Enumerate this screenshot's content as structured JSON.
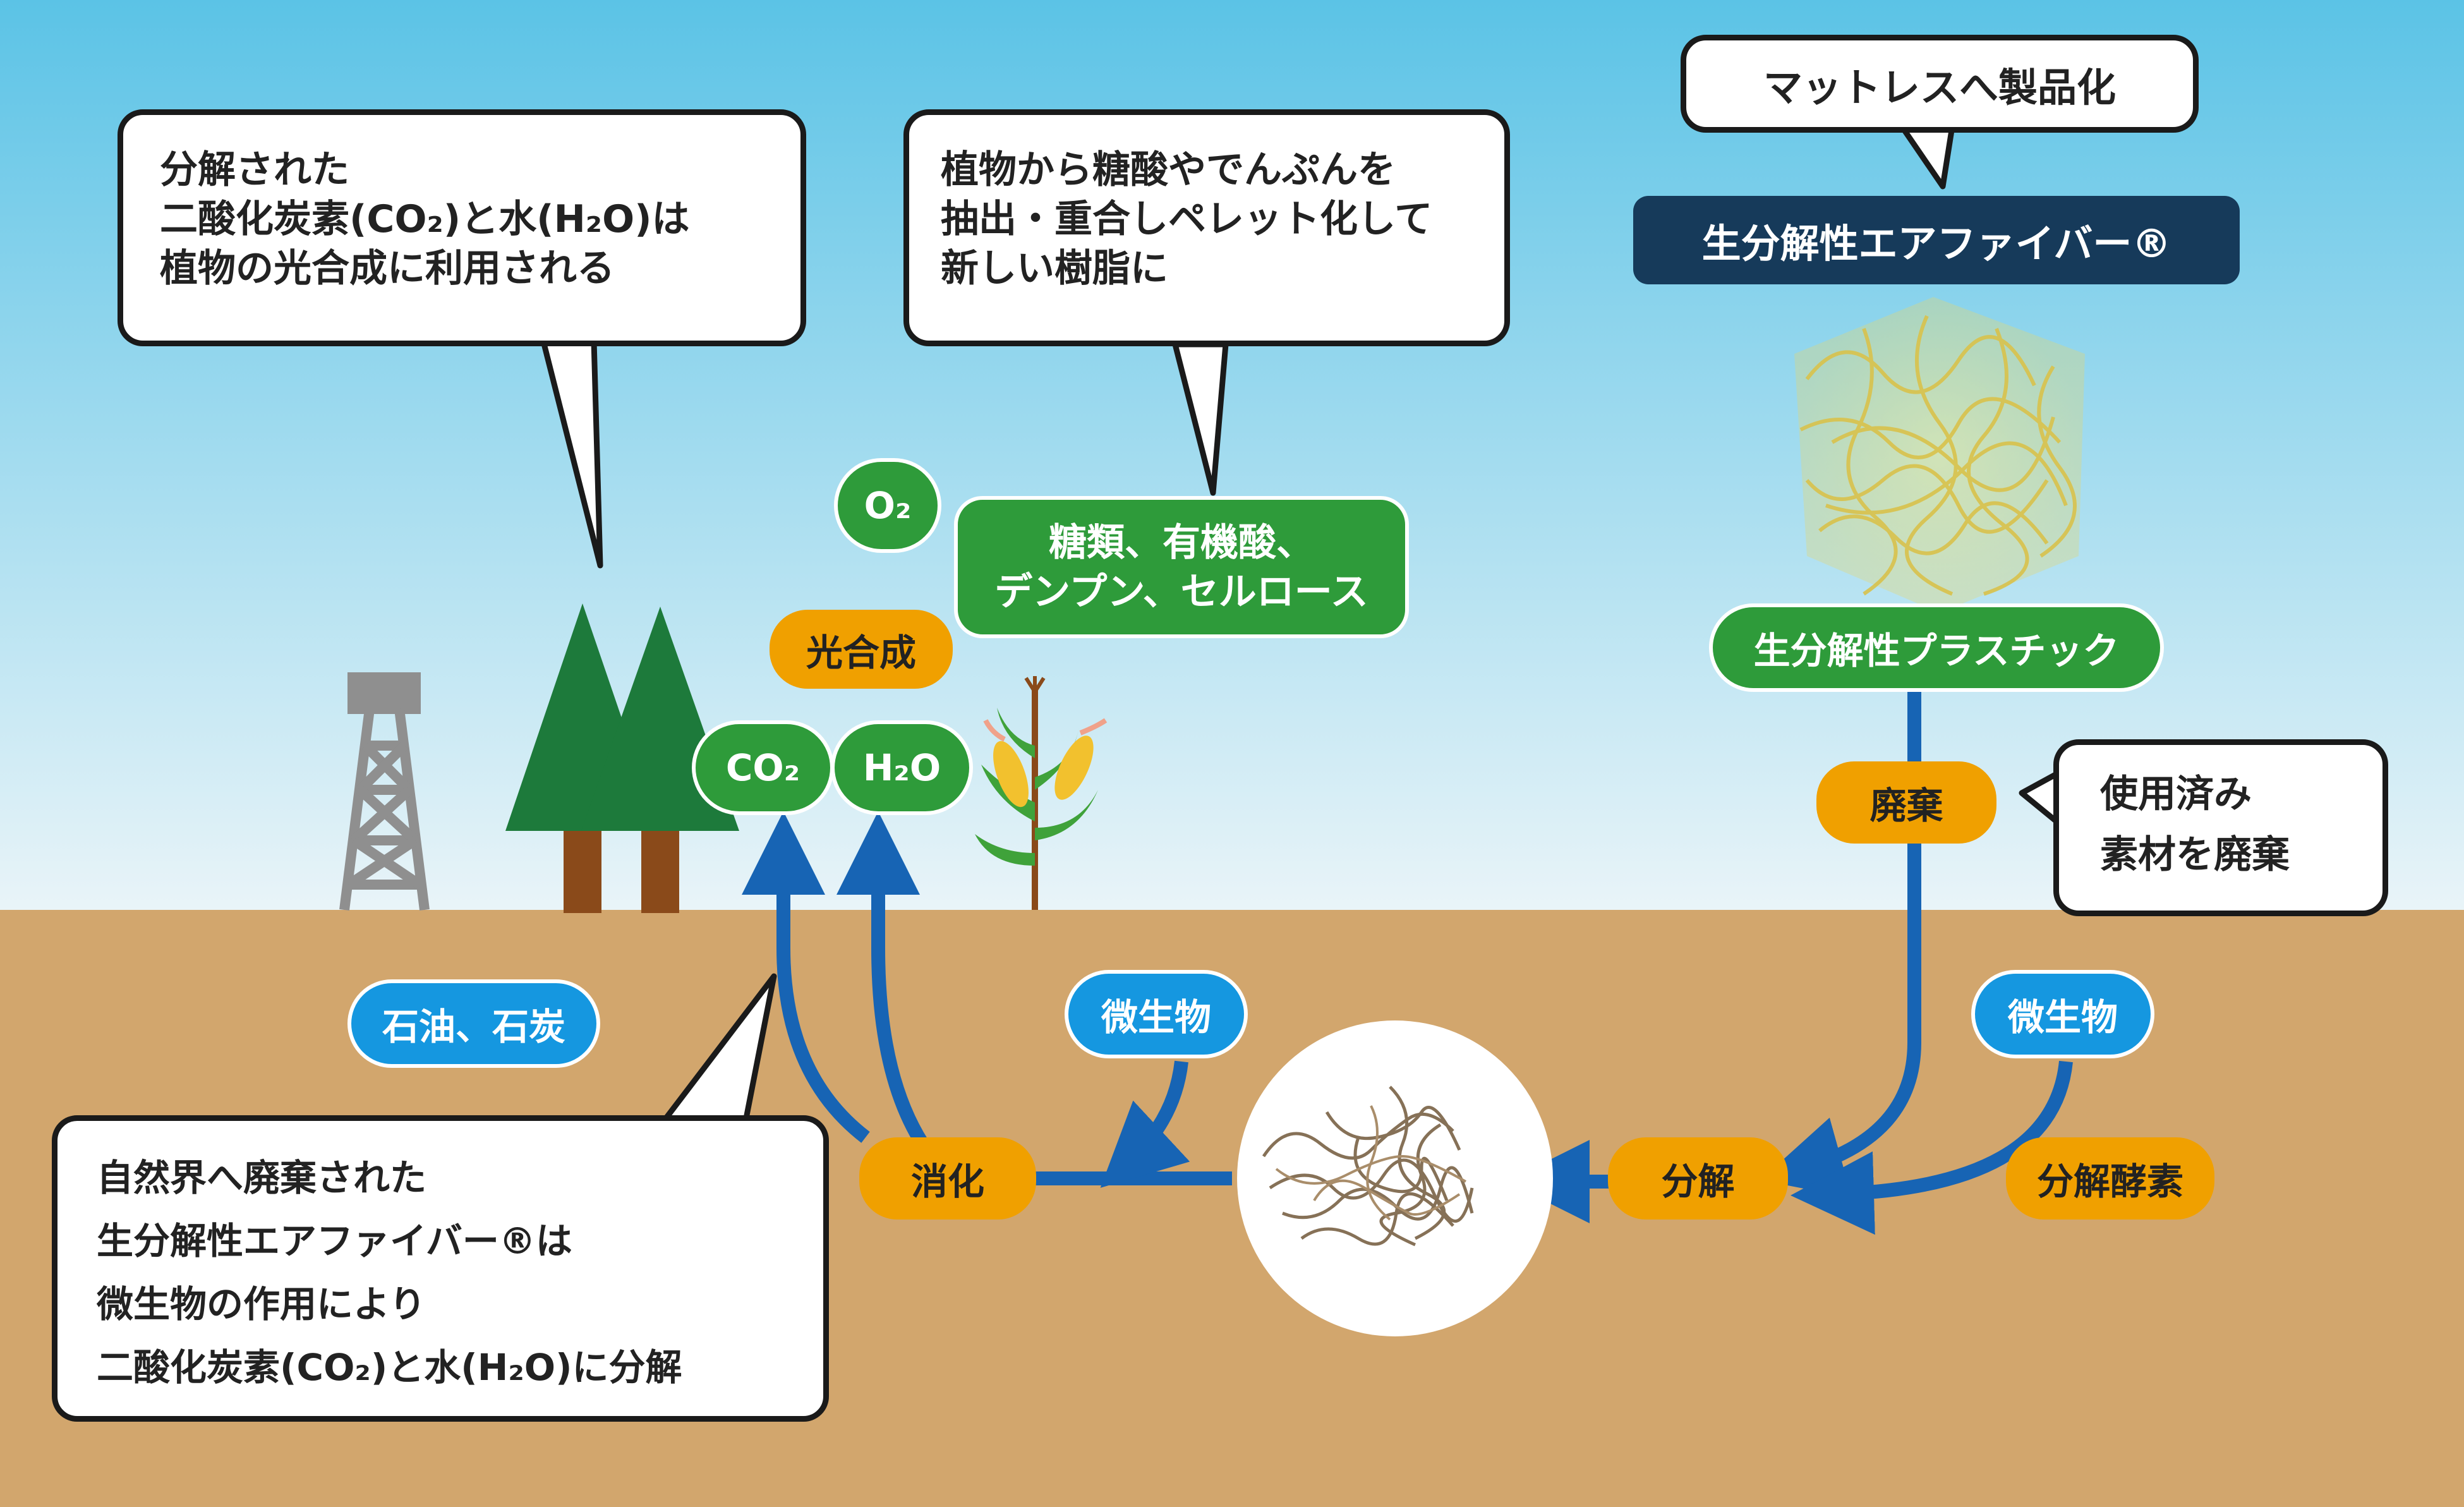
{
  "callouts": {
    "photosynthesis_use": {
      "lines": [
        "分解された",
        "二酸化炭素(CO₂)と水(H₂O)は",
        "植物の光合成に利用される"
      ]
    },
    "resin_production": {
      "lines": [
        "植物から糖酸やでんぷんを",
        "抽出・重合しペレット化して",
        "新しい樹脂に"
      ]
    },
    "mattress": {
      "text": "マットレスへ製品化"
    },
    "used_material": {
      "lines": [
        "使用済み",
        "素材を廃棄"
      ]
    },
    "natural_decomposition": {
      "lines": [
        "自然界へ廃棄された",
        "生分解性エアファイバー®は",
        "微生物の作用により",
        "二酸化炭素(CO₂)と水(H₂O)に分解"
      ]
    }
  },
  "labels": {
    "product_name": "生分解性エアファイバー®",
    "o2": "O₂",
    "sugars": [
      "糖類、有機酸、",
      "デンプン、セルロース"
    ],
    "photosynthesis": "光合成",
    "co2": "CO₂",
    "h2o": "H₂O",
    "biodegradable_plastic": "生分解性プラスチック",
    "disposal": "廃棄",
    "oil_coal": "石油、石炭",
    "microbes_left": "微生物",
    "microbes_right": "微生物",
    "digestion": "消化",
    "decomposition": "分解",
    "enzymes": "分解酵素"
  },
  "colors": {
    "sky_top": "#5bc3e6",
    "sky_bottom": "#e9f4f8",
    "ground": "#d2a66d",
    "arrow_blue": "#1764b4",
    "label_green": "#2e9b3a",
    "label_orange": "#f0a000",
    "label_blue": "#1597e0",
    "label_navy": "#163a5a",
    "tree_green": "#1d7a3b",
    "trunk_brown": "#8a4a1a"
  }
}
